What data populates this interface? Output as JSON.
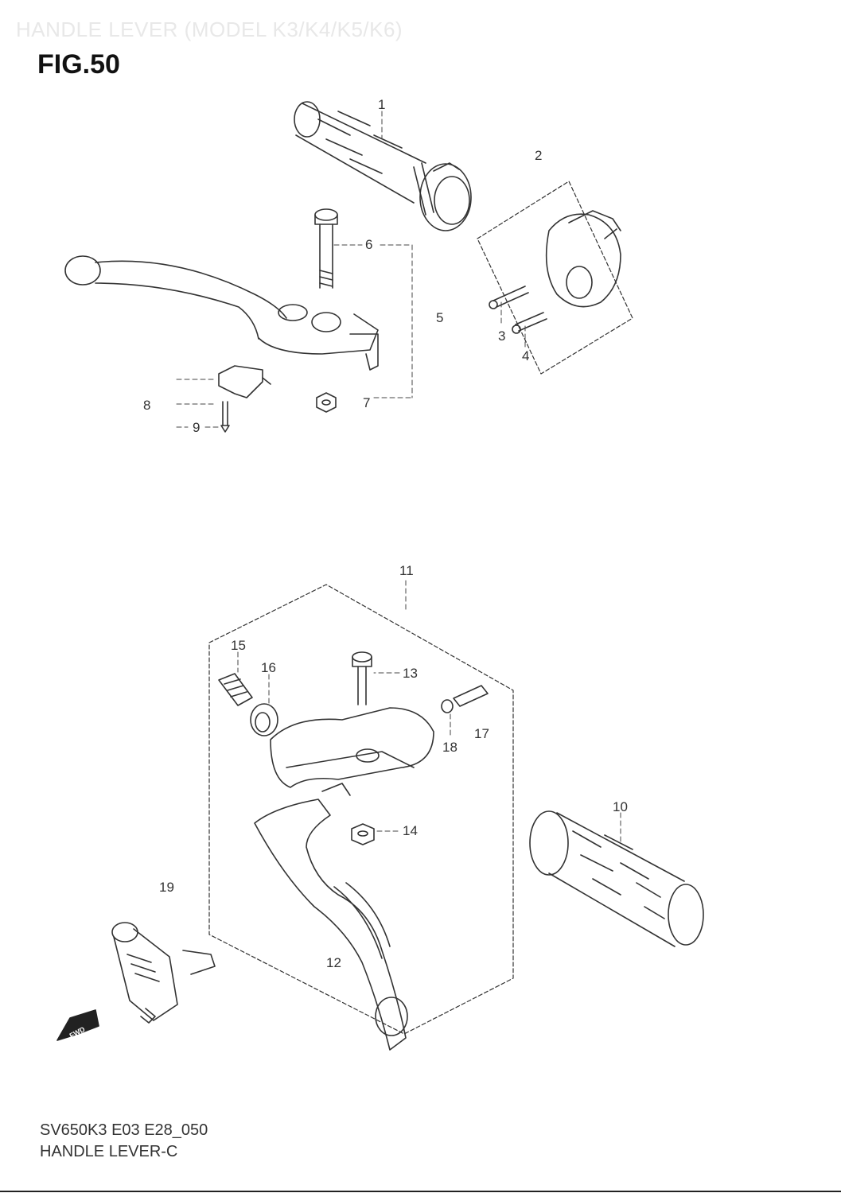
{
  "header": {
    "watermark": "HANDLE LEVER (MODEL K3/K4/K5/K6)",
    "figure_title": "FIG.50"
  },
  "callouts": [
    "1",
    "2",
    "3",
    "4",
    "5",
    "6",
    "7",
    "8",
    "9",
    "10",
    "11",
    "12",
    "13",
    "14",
    "15",
    "16",
    "17",
    "18",
    "19"
  ],
  "fwd_label": "FWD",
  "footer": {
    "code": "SV650K3 E03 E28_050",
    "name": "HANDLE LEVER-C"
  }
}
